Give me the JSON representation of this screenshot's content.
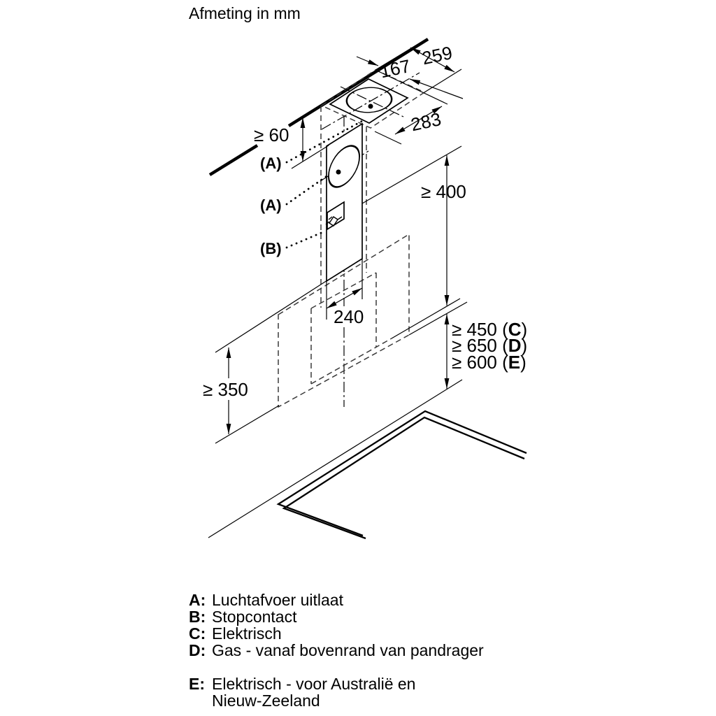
{
  "title": "Afmeting in mm",
  "colors": {
    "ink": "#000000",
    "paper": "#ffffff"
  },
  "dimensions": {
    "top_width_outer": "259",
    "top_width_inner": "167",
    "top_depth": "283",
    "ceiling_clearance": "≥ 60",
    "wall_upper_height": "≥ 400",
    "duct_width": "240",
    "lower_height": "≥ 350",
    "clearance_c": {
      "prefix": "≥ 450 (",
      "letter": "C",
      "suffix": ")"
    },
    "clearance_d": {
      "prefix": "≥ 650 (",
      "letter": "D",
      "suffix": ")"
    },
    "clearance_e": {
      "prefix": "≥ 600 (",
      "letter": "E",
      "suffix": ")"
    }
  },
  "callouts": {
    "a1": "(A)",
    "a2": "(A)",
    "b": "(B)"
  },
  "legend": {
    "items": [
      {
        "key": "A:",
        "text": "Luchtafvoer uitlaat"
      },
      {
        "key": "B:",
        "text": "Stopcontact"
      },
      {
        "key": "C:",
        "text": "Elektrisch"
      },
      {
        "key": "D:",
        "text": "Gas - vanaf bovenrand van pandrager"
      },
      {
        "key": "E:",
        "text": "Elektrisch - voor Australië en",
        "text2": "Nieuw-Zeeland"
      }
    ]
  }
}
